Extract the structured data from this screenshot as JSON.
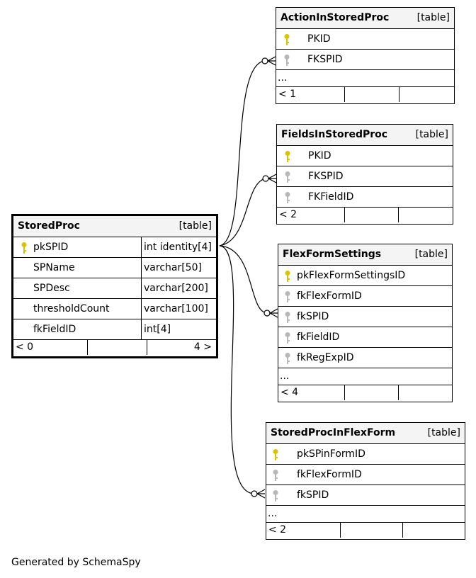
{
  "focus_table": {
    "name": "StoredProc",
    "kind": "[table]",
    "columns": [
      {
        "name": "pkSPID",
        "type": "int identity[4]",
        "key": "primary"
      },
      {
        "name": "SPName",
        "type": "varchar[50]",
        "key": "none"
      },
      {
        "name": "SPDesc",
        "type": "varchar[200]",
        "key": "none"
      },
      {
        "name": "thresholdCount",
        "type": "varchar[100]",
        "key": "none"
      },
      {
        "name": "fkFieldID",
        "type": "int[4]",
        "key": "none"
      }
    ],
    "footer_parents": "< 0",
    "footer_children": "4 >"
  },
  "tables": [
    {
      "name": "ActionInStoredProc",
      "kind": "[table]",
      "columns": [
        {
          "name": "PKID",
          "key": "primary"
        },
        {
          "name": "FKSPID",
          "key": "foreign"
        }
      ],
      "more": "...",
      "footer_parents": "< 1"
    },
    {
      "name": "FieldsInStoredProc",
      "kind": "[table]",
      "columns": [
        {
          "name": "PKID",
          "key": "primary"
        },
        {
          "name": "FKSPID",
          "key": "foreign"
        },
        {
          "name": "FKFieldID",
          "key": "foreign"
        }
      ],
      "footer_parents": "< 2"
    },
    {
      "name": "FlexFormSettings",
      "kind": "[table]",
      "columns": [
        {
          "name": "pkFlexFormSettingsID",
          "key": "primary"
        },
        {
          "name": "fkFlexFormID",
          "key": "foreign"
        },
        {
          "name": "fkSPID",
          "key": "foreign"
        },
        {
          "name": "fkFieldID",
          "key": "foreign"
        },
        {
          "name": "fkRegExpID",
          "key": "foreign"
        }
      ],
      "more": "...",
      "footer_parents": "< 4"
    },
    {
      "name": "StoredProcInFlexForm",
      "kind": "[table]",
      "columns": [
        {
          "name": "pkSPinFormID",
          "key": "primary"
        },
        {
          "name": "fkFlexFormID",
          "key": "foreign"
        },
        {
          "name": "fkSPID",
          "key": "foreign"
        }
      ],
      "more": "...",
      "footer_parents": "< 2"
    }
  ],
  "colors": {
    "primary_key": "#d9c400",
    "foreign_key": "#b8b8b8",
    "header_bg": "#f4f4f4"
  },
  "generated_by": "Generated by SchemaSpy"
}
